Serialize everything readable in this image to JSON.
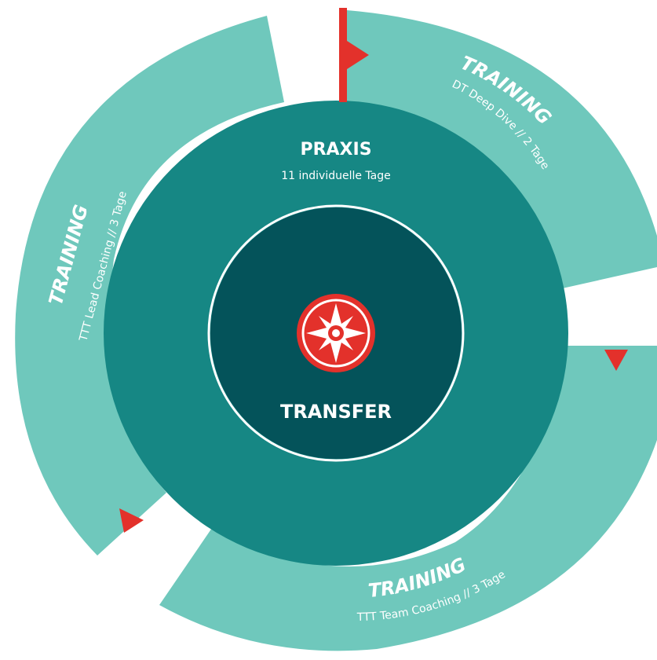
{
  "center": {
    "label": "TRANSFER"
  },
  "praxis": {
    "title": "PRAXIS",
    "subtitle": "11 individuelle Tage"
  },
  "segments": [
    {
      "title": "TRAINING",
      "subtitle": "DT Deep Dive // 2 Tage"
    },
    {
      "title": "TRAINING",
      "subtitle": "TTT Team Coaching // 3 Tage"
    },
    {
      "title": "TRAINING",
      "subtitle": "TTT Lead Coaching // 3 Tage"
    }
  ],
  "colors": {
    "outer_ring": "#6fc8bc",
    "praxis_ring": "#168784",
    "center_circle": "#04535a",
    "accent_red": "#e3312b",
    "text_light": "#ffffff"
  },
  "icons": [
    "compass-icon",
    "start-flag-icon",
    "marker-triangle-icon"
  ]
}
